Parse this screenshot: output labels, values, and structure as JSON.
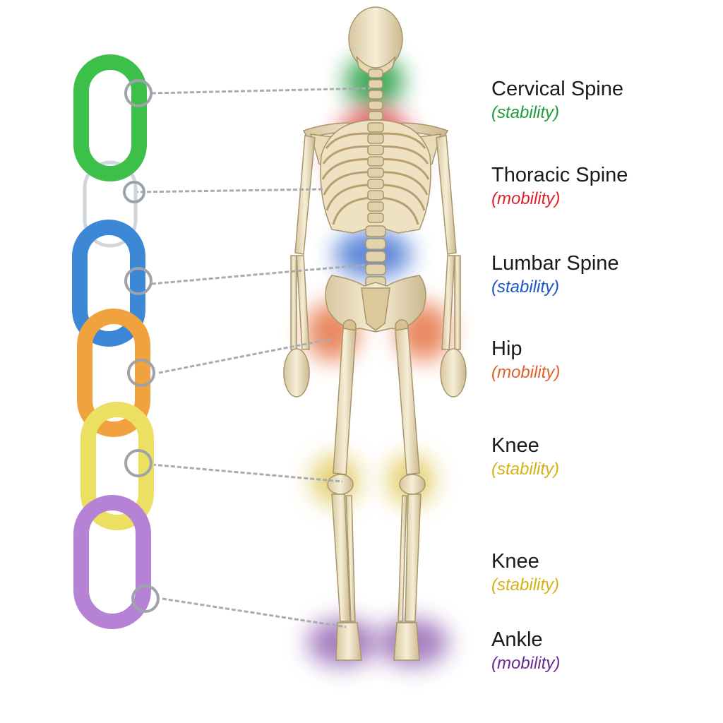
{
  "joints": [
    {
      "name": "Cervical Spine",
      "role": "(stability)",
      "color": "#1f9a3e",
      "link_color": "#3cc04a"
    },
    {
      "name": "Thoracic Spine",
      "role": "(mobility)",
      "color": "#e0202a",
      "link_color": "#d0d6dc"
    },
    {
      "name": "Lumbar Spine",
      "role": "(stability)",
      "color": "#1b55c8",
      "link_color": "#3d88d6"
    },
    {
      "name": "Hip",
      "role": "(mobility)",
      "color": "#e2622a",
      "link_color": "#f0a23e"
    },
    {
      "name": "Knee",
      "role": "(stability)",
      "color": "#d4b214",
      "link_color": "#ece063"
    },
    {
      "name": "Knee",
      "role": "(stability)",
      "color": "#d4b214",
      "link_color": "#ece063"
    },
    {
      "name": "Ankle",
      "role": "(mobility)",
      "color": "#6a2a96",
      "link_color": "#b682d6"
    }
  ]
}
